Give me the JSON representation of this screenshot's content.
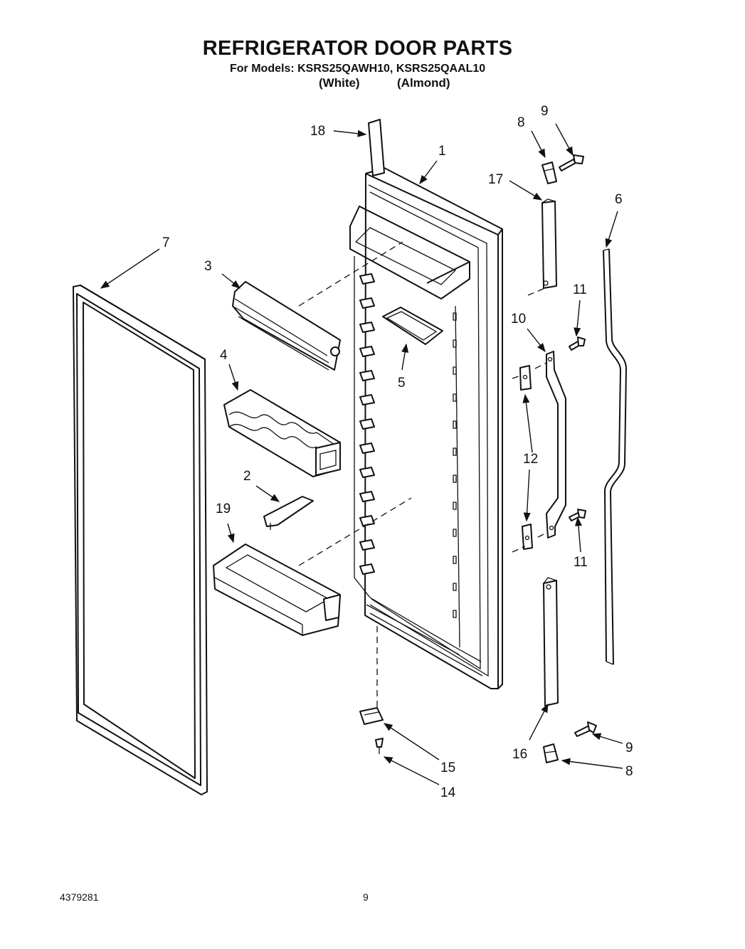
{
  "header": {
    "title": "REFRIGERATOR DOOR PARTS",
    "models_line": "For Models: KSRS25QAWH10, KSRS25QAAL10",
    "finish_white": "(White)",
    "finish_almond": "(Almond)"
  },
  "footer": {
    "doc_number": "4379281",
    "page_number": "9"
  },
  "callouts": {
    "c1": "1",
    "c2": "2",
    "c3": "3",
    "c4": "4",
    "c5": "5",
    "c6": "6",
    "c7": "7",
    "c8a": "8",
    "c8b": "8",
    "c9a": "9",
    "c9b": "9",
    "c10": "10",
    "c11a": "11",
    "c11b": "11",
    "c12": "12",
    "c14": "14",
    "c15": "15",
    "c16": "16",
    "c17": "17",
    "c18": "18",
    "c19": "19"
  }
}
